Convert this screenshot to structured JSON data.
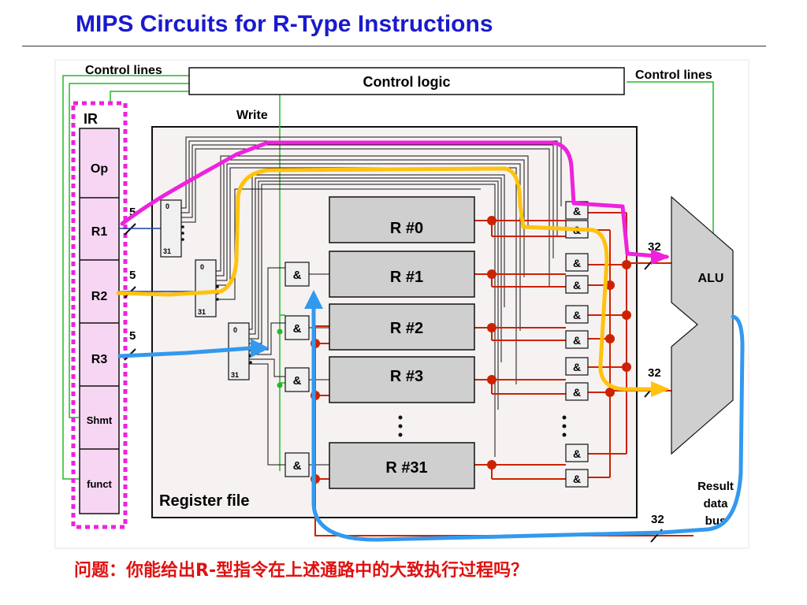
{
  "title": "MIPS Circuits for R-Type Instructions",
  "question": "问题：你能给出R-型指令在上述通路中的大致执行过程吗？",
  "diagram": {
    "control_logic": "Control logic",
    "control_lines_left": "Control lines",
    "control_lines_right": "Control lines",
    "write": "Write",
    "ir_label": "IR",
    "ir_fields": [
      "Op",
      "R1",
      "R2",
      "R3",
      "Shmt",
      "funct"
    ],
    "register_file": "Register file",
    "registers": [
      "R #0",
      "R #1",
      "R #2",
      "R #3",
      "R #31"
    ],
    "alu": "ALU",
    "and_gate": "&",
    "decoder_top": "0",
    "decoder_bottom": "31",
    "bus_width_5": "5",
    "bus_width_32": "32",
    "result_bus": [
      "Result",
      "data",
      "bus"
    ]
  }
}
